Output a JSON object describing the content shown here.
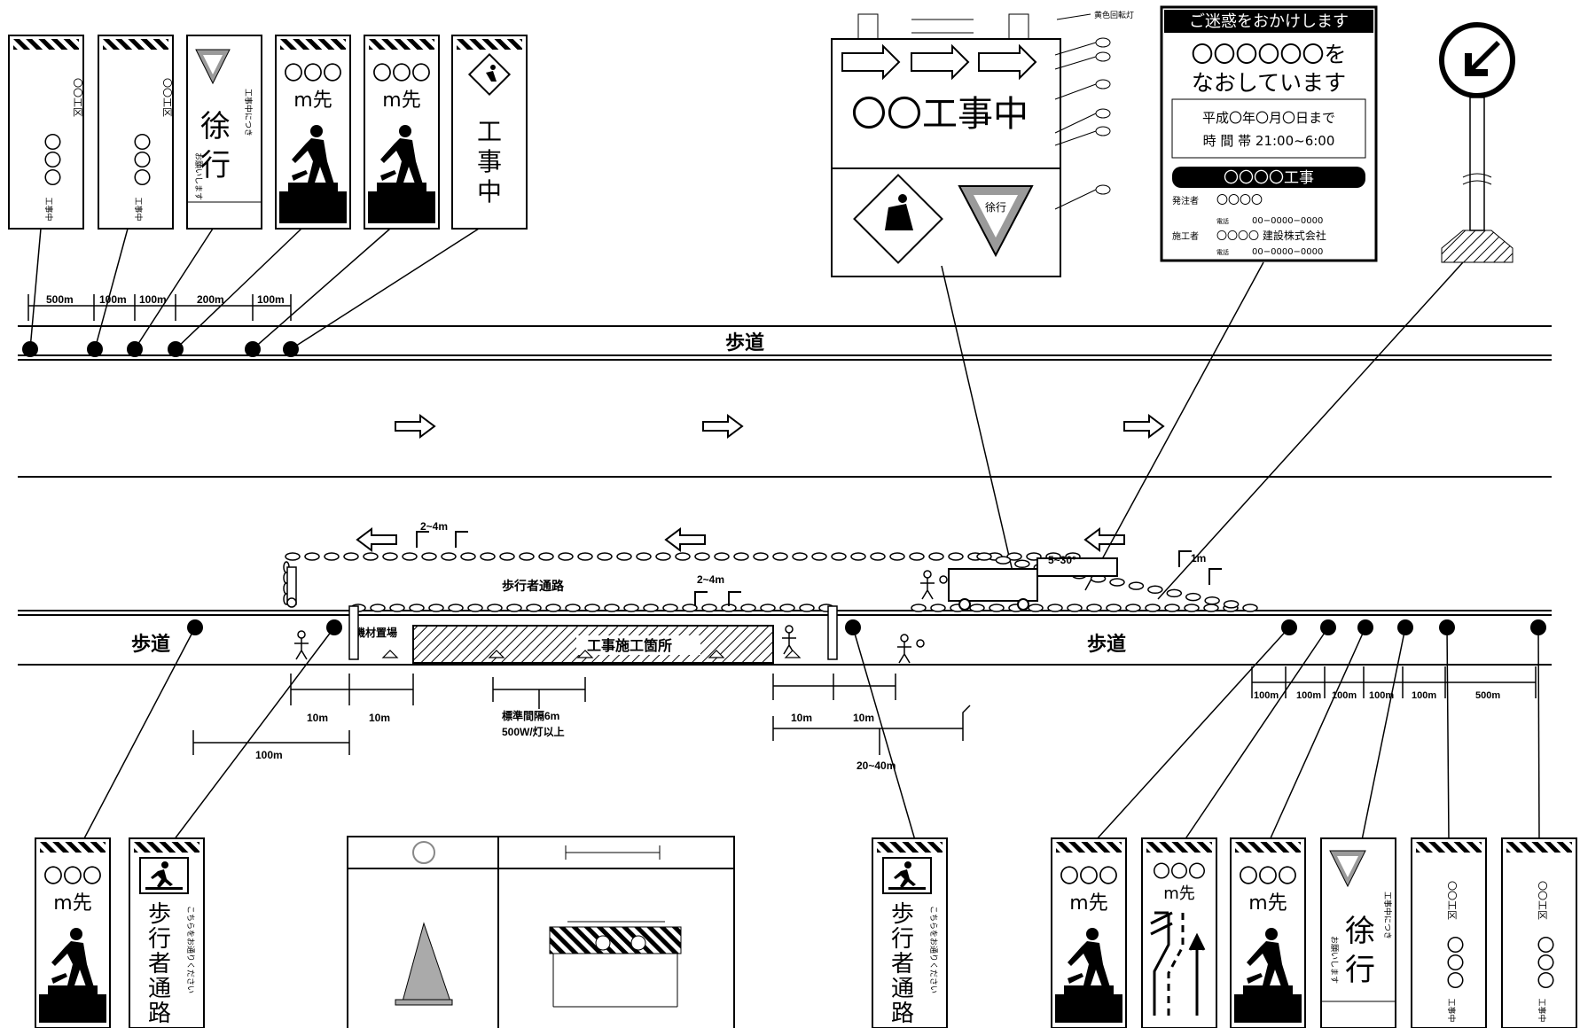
{
  "labels": {
    "sidewalk": "歩道",
    "pedestrian_path": "歩行者通路",
    "work_area": "工事施工箇所",
    "material_yard": "機材置場",
    "lamp_spacing_1": "標準間隔6m",
    "lamp_spacing_2": "500W/灯以上",
    "taper": "5~30°"
  },
  "top_left_distances": [
    "500m",
    "100m",
    "100m",
    "200m",
    "100m"
  ],
  "right_distances": [
    "100m",
    "100m",
    "100m",
    "100m",
    "100m",
    "500m"
  ],
  "dims": {
    "a": "10m",
    "b": "10m",
    "c": "100m",
    "d": "10m",
    "e": "10m",
    "f": "20~40m",
    "g": "2~4m",
    "h": "2~4m",
    "i": "1m"
  },
  "signs": {
    "koji_name": "〇〇工区",
    "koji_circles": "〇〇〇",
    "koji_suffix": "工事中",
    "distance_circles": "〇〇〇",
    "distance_unit": "m先",
    "slow": "徐",
    "slow2": "行",
    "slow_side": "工事中につき",
    "slow_side2": "お願いします",
    "slow_badge": "徐行",
    "koji_vertical_1": "工",
    "koji_vertical_2": "事",
    "koji_vertical_3": "中",
    "ped_1": "歩",
    "ped_2": "行",
    "ped_3": "者",
    "ped_4": "通",
    "ped_5": "路",
    "ped_side": "こちらをお通りください"
  },
  "big_sign": {
    "title": "〇〇工事中",
    "badge": "徐行",
    "callouts": [
      "黄色回転灯",
      "",
      "",
      "",
      "",
      "",
      "",
      ""
    ]
  },
  "notice": {
    "header": "ご迷惑をおかけします",
    "line1": "〇〇〇〇〇〇を",
    "line2": "なおしています",
    "period1": "平成〇年〇月〇日まで",
    "period2": "時 間 帯 21:00~6:00",
    "project": "〇〇〇〇工事",
    "orderer_label": "発注者",
    "orderer": "〇〇〇〇",
    "tel_label1": "電話",
    "tel1": "00−0000−0000",
    "builder_label": "施工者",
    "builder": "〇〇〇〇 建設株式会社",
    "tel_label2": "電話",
    "tel2": "00−0000−0000"
  }
}
